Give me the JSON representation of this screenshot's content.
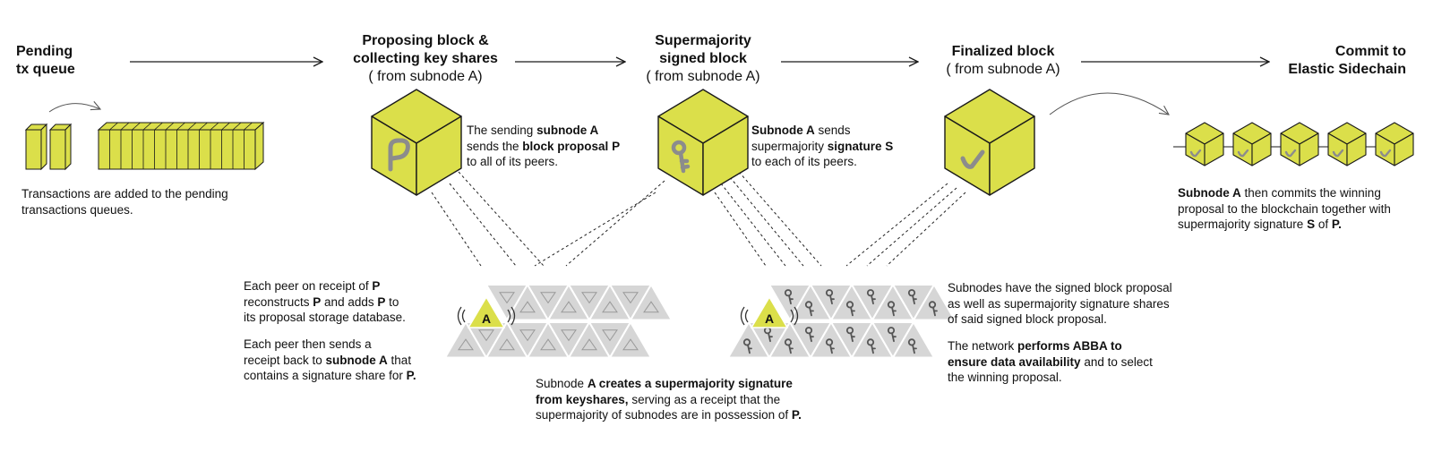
{
  "colors": {
    "accent": "#dbdf4a",
    "stroke": "#1a1a1a",
    "gray_mark": "#8c8c8c",
    "tile": "#d6d6d6"
  },
  "icons": {
    "cube_proposal": "p-letter-icon",
    "cube_signed": "key-icon",
    "cube_finalized": "check-icon",
    "peer_broadcast": "signal-icon"
  },
  "stages": [
    {
      "title": "Pending",
      "title2": "tx queue",
      "subtitle": ""
    },
    {
      "title": "Proposing block &",
      "title2": "collecting key shares",
      "subtitle": "( from subnode A)"
    },
    {
      "title": "Supermajority",
      "title2": "signed block",
      "subtitle": "( from subnode A)"
    },
    {
      "title": "Finalized block",
      "title2": "",
      "subtitle": "( from subnode A)"
    },
    {
      "title": "Commit to",
      "title2": "Elastic Sidechain",
      "subtitle": ""
    }
  ],
  "node_label": "A",
  "texts": {
    "tx_added": [
      "Transactions are added to the pending",
      "transactions queues."
    ],
    "sending": {
      "pre": "The sending ",
      "b1": "subnode A",
      "l2pre": "sends the ",
      "b2": "block proposal P",
      "l3": "to all of its peers."
    },
    "sig_send": {
      "b1": "Subnode A",
      "l1post": " sends",
      "l2pre": "supermajority ",
      "b2": "signature S",
      "l3": "to each of its peers."
    },
    "commit": {
      "b1": "Subnode A",
      "l1post": " then commits the winning",
      "l2": "proposal to the blockchain together with",
      "l3pre": "supermajority signature ",
      "b2": "S",
      "l3mid": " of ",
      "b3": "P."
    },
    "peer_receipt": {
      "l1pre": "Each peer on receipt of ",
      "b1": "P",
      "l2pre": "reconstructs ",
      "b2": "P",
      "l2mid": " and adds ",
      "b3": "P",
      "l2post": " to",
      "l3": "its proposal storage database."
    },
    "peer_send": {
      "l1": "Each peer then sends a",
      "l2pre": "receipt back to ",
      "b1": "subnode A",
      "l2post": " that",
      "l3pre": "contains a signature share for ",
      "b2": "P."
    },
    "create_sig": {
      "l1pre": "Subnode ",
      "b1": "A creates a supermajority signature",
      "b2": "from keyshares,",
      "l2post": " serving as a receipt that the",
      "l3pre": "supermajority of subnodes are in possession of ",
      "b3": "P."
    },
    "subnodes_have": [
      "Subnodes have the signed block proposal",
      "as well as supermajority signature shares",
      "of said signed block proposal."
    ],
    "abba": {
      "l1pre": "The network ",
      "b1": "performs ABBA to",
      "b2": "ensure data availability",
      "l2post": " and to select",
      "l3": "the winning proposal."
    }
  }
}
